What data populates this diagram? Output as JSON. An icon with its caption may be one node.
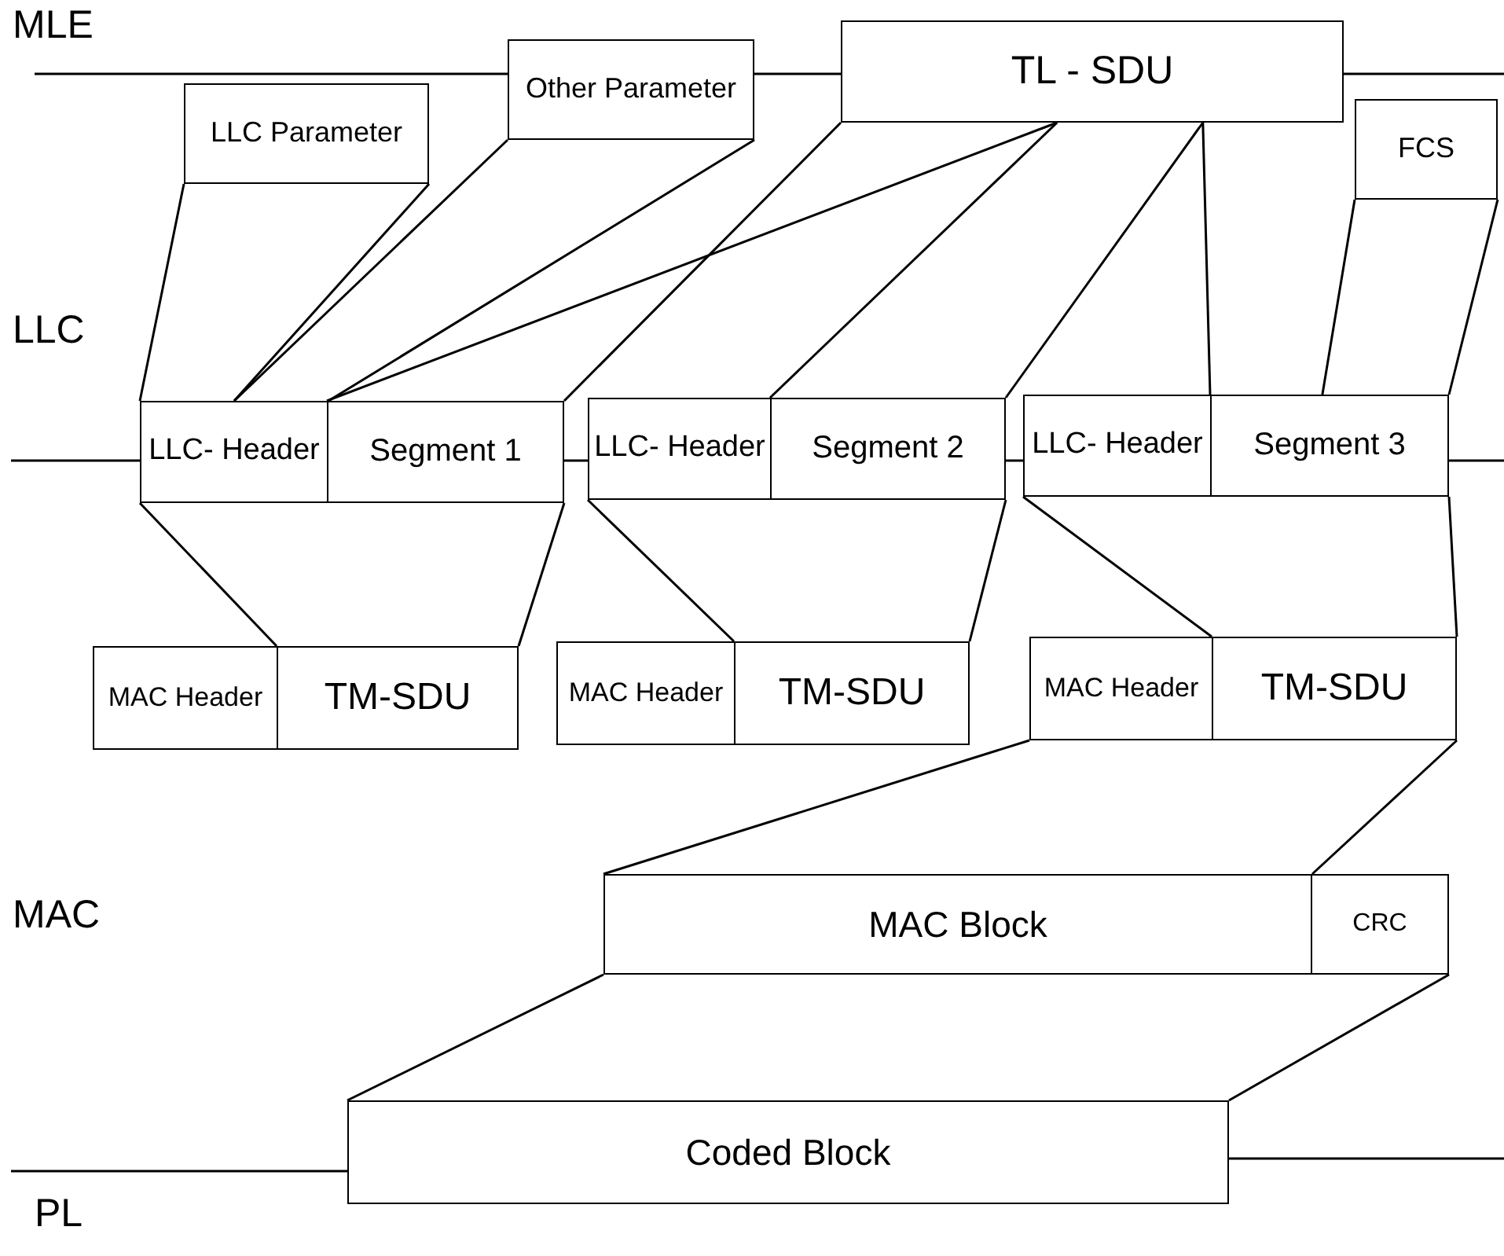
{
  "diagram": {
    "nodes": [
      {
        "text": [
          "LLC Parameter"
        ]
      },
      {
        "text": [
          "Other Parameter"
        ]
      },
      {
        "text": [
          "TL - SDU"
        ]
      },
      {
        "text": [
          "FCS"
        ]
      },
      {
        "text": [
          "LLC- Header"
        ]
      },
      {
        "text": [
          "Segment 1"
        ]
      },
      {
        "text": [
          "LLC- Header"
        ]
      },
      {
        "text": [
          "Segment 2"
        ]
      },
      {
        "text": [
          "LLC- Header"
        ]
      },
      {
        "text": [
          "Segment 3"
        ]
      },
      {
        "text": [
          "MAC Header"
        ]
      },
      {
        "text": [
          "TM-SDU"
        ]
      },
      {
        "text": [
          "MAC Header"
        ]
      },
      {
        "text": [
          "TM-SDU"
        ]
      },
      {
        "text": [
          "MAC Header"
        ]
      },
      {
        "text": [
          "TM-SDU"
        ]
      },
      {
        "text": [
          "MAC Block"
        ]
      },
      {
        "text": [
          "CRC"
        ]
      },
      {
        "text": [
          "Coded Block"
        ]
      }
    ],
    "edges": [
      {
        "from": 0,
        "to": 4,
        "arrow": "none"
      },
      {
        "from": 0,
        "to": 4,
        "arrow": "none"
      },
      {
        "from": 1,
        "to": 4,
        "arrow": "none"
      },
      {
        "from": 1,
        "to": 4,
        "arrow": "none"
      },
      {
        "from": 2,
        "to": 5,
        "arrow": "none"
      },
      {
        "from": 2,
        "to": 5,
        "arrow": "none"
      },
      {
        "from": 2,
        "to": 7,
        "arrow": "none"
      },
      {
        "from": 2,
        "to": 7,
        "arrow": "none"
      },
      {
        "from": 2,
        "to": 9,
        "arrow": "none"
      },
      {
        "from": 3,
        "to": 9,
        "arrow": "none"
      },
      {
        "from": 3,
        "to": 9,
        "arrow": "none"
      },
      {
        "from": 4,
        "to": 11,
        "arrow": "none"
      },
      {
        "from": 5,
        "to": 11,
        "arrow": "none"
      },
      {
        "from": 6,
        "to": 13,
        "arrow": "none"
      },
      {
        "from": 7,
        "to": 13,
        "arrow": "none"
      },
      {
        "from": 8,
        "to": 15,
        "arrow": "none"
      },
      {
        "from": 9,
        "to": 15,
        "arrow": "none"
      },
      {
        "from": 14,
        "to": 16,
        "arrow": "none"
      },
      {
        "from": 15,
        "to": 16,
        "arrow": "none"
      },
      {
        "from": 16,
        "to": 18,
        "arrow": "none"
      },
      {
        "from": 17,
        "to": 18,
        "arrow": "none"
      }
    ],
    "labels": [
      "MLE",
      "LLC",
      "MAC",
      "PL"
    ]
  }
}
